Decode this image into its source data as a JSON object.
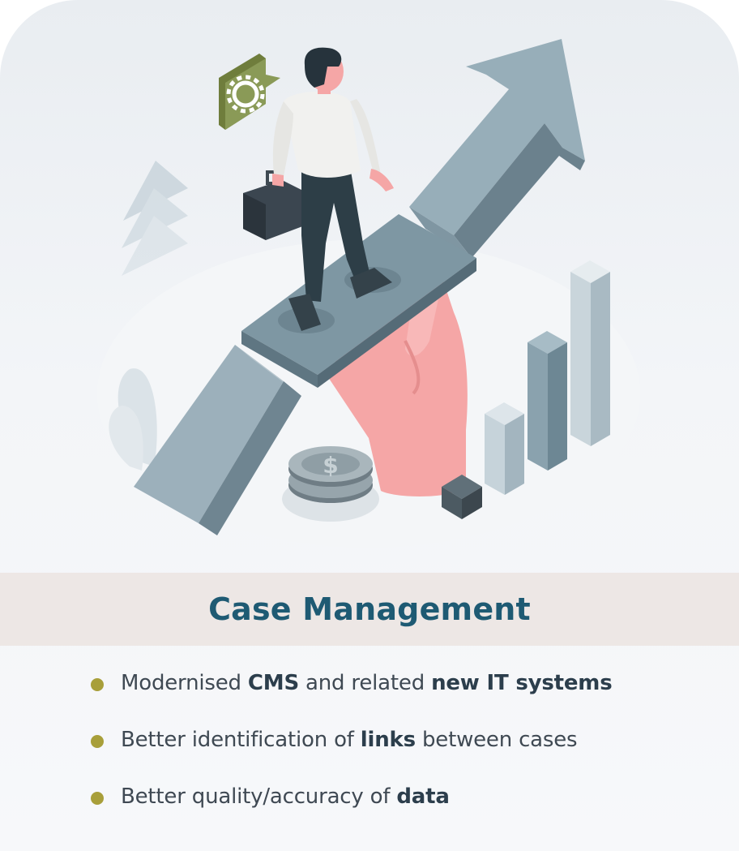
{
  "title": "Case Management",
  "bullets": [
    {
      "parts": [
        {
          "text": "Modernised ",
          "bold": false
        },
        {
          "text": "CMS",
          "bold": true
        },
        {
          "text": " and related ",
          "bold": false
        },
        {
          "text": "new IT systems",
          "bold": true
        }
      ]
    },
    {
      "parts": [
        {
          "text": "Better identification of ",
          "bold": false
        },
        {
          "text": "links",
          "bold": true
        },
        {
          "text": " between cases",
          "bold": false
        }
      ]
    },
    {
      "parts": [
        {
          "text": "Better quality/accuracy of ",
          "bold": false
        },
        {
          "text": "data",
          "bold": true
        }
      ]
    }
  ],
  "colors": {
    "title": "#1e5a73",
    "bullet_dot": "#a89f3a",
    "title_band": "#ede7e5",
    "accent_olive": "#8a9a57",
    "arrow": "#8fa5b1",
    "hand": "#f2a7a7"
  },
  "illustration": {
    "icons": [
      "gear-icon",
      "dollar-coin-icon",
      "briefcase-icon",
      "growth-arrow-icon",
      "bar-chart-icon",
      "hand-icon",
      "plant-icon"
    ]
  }
}
